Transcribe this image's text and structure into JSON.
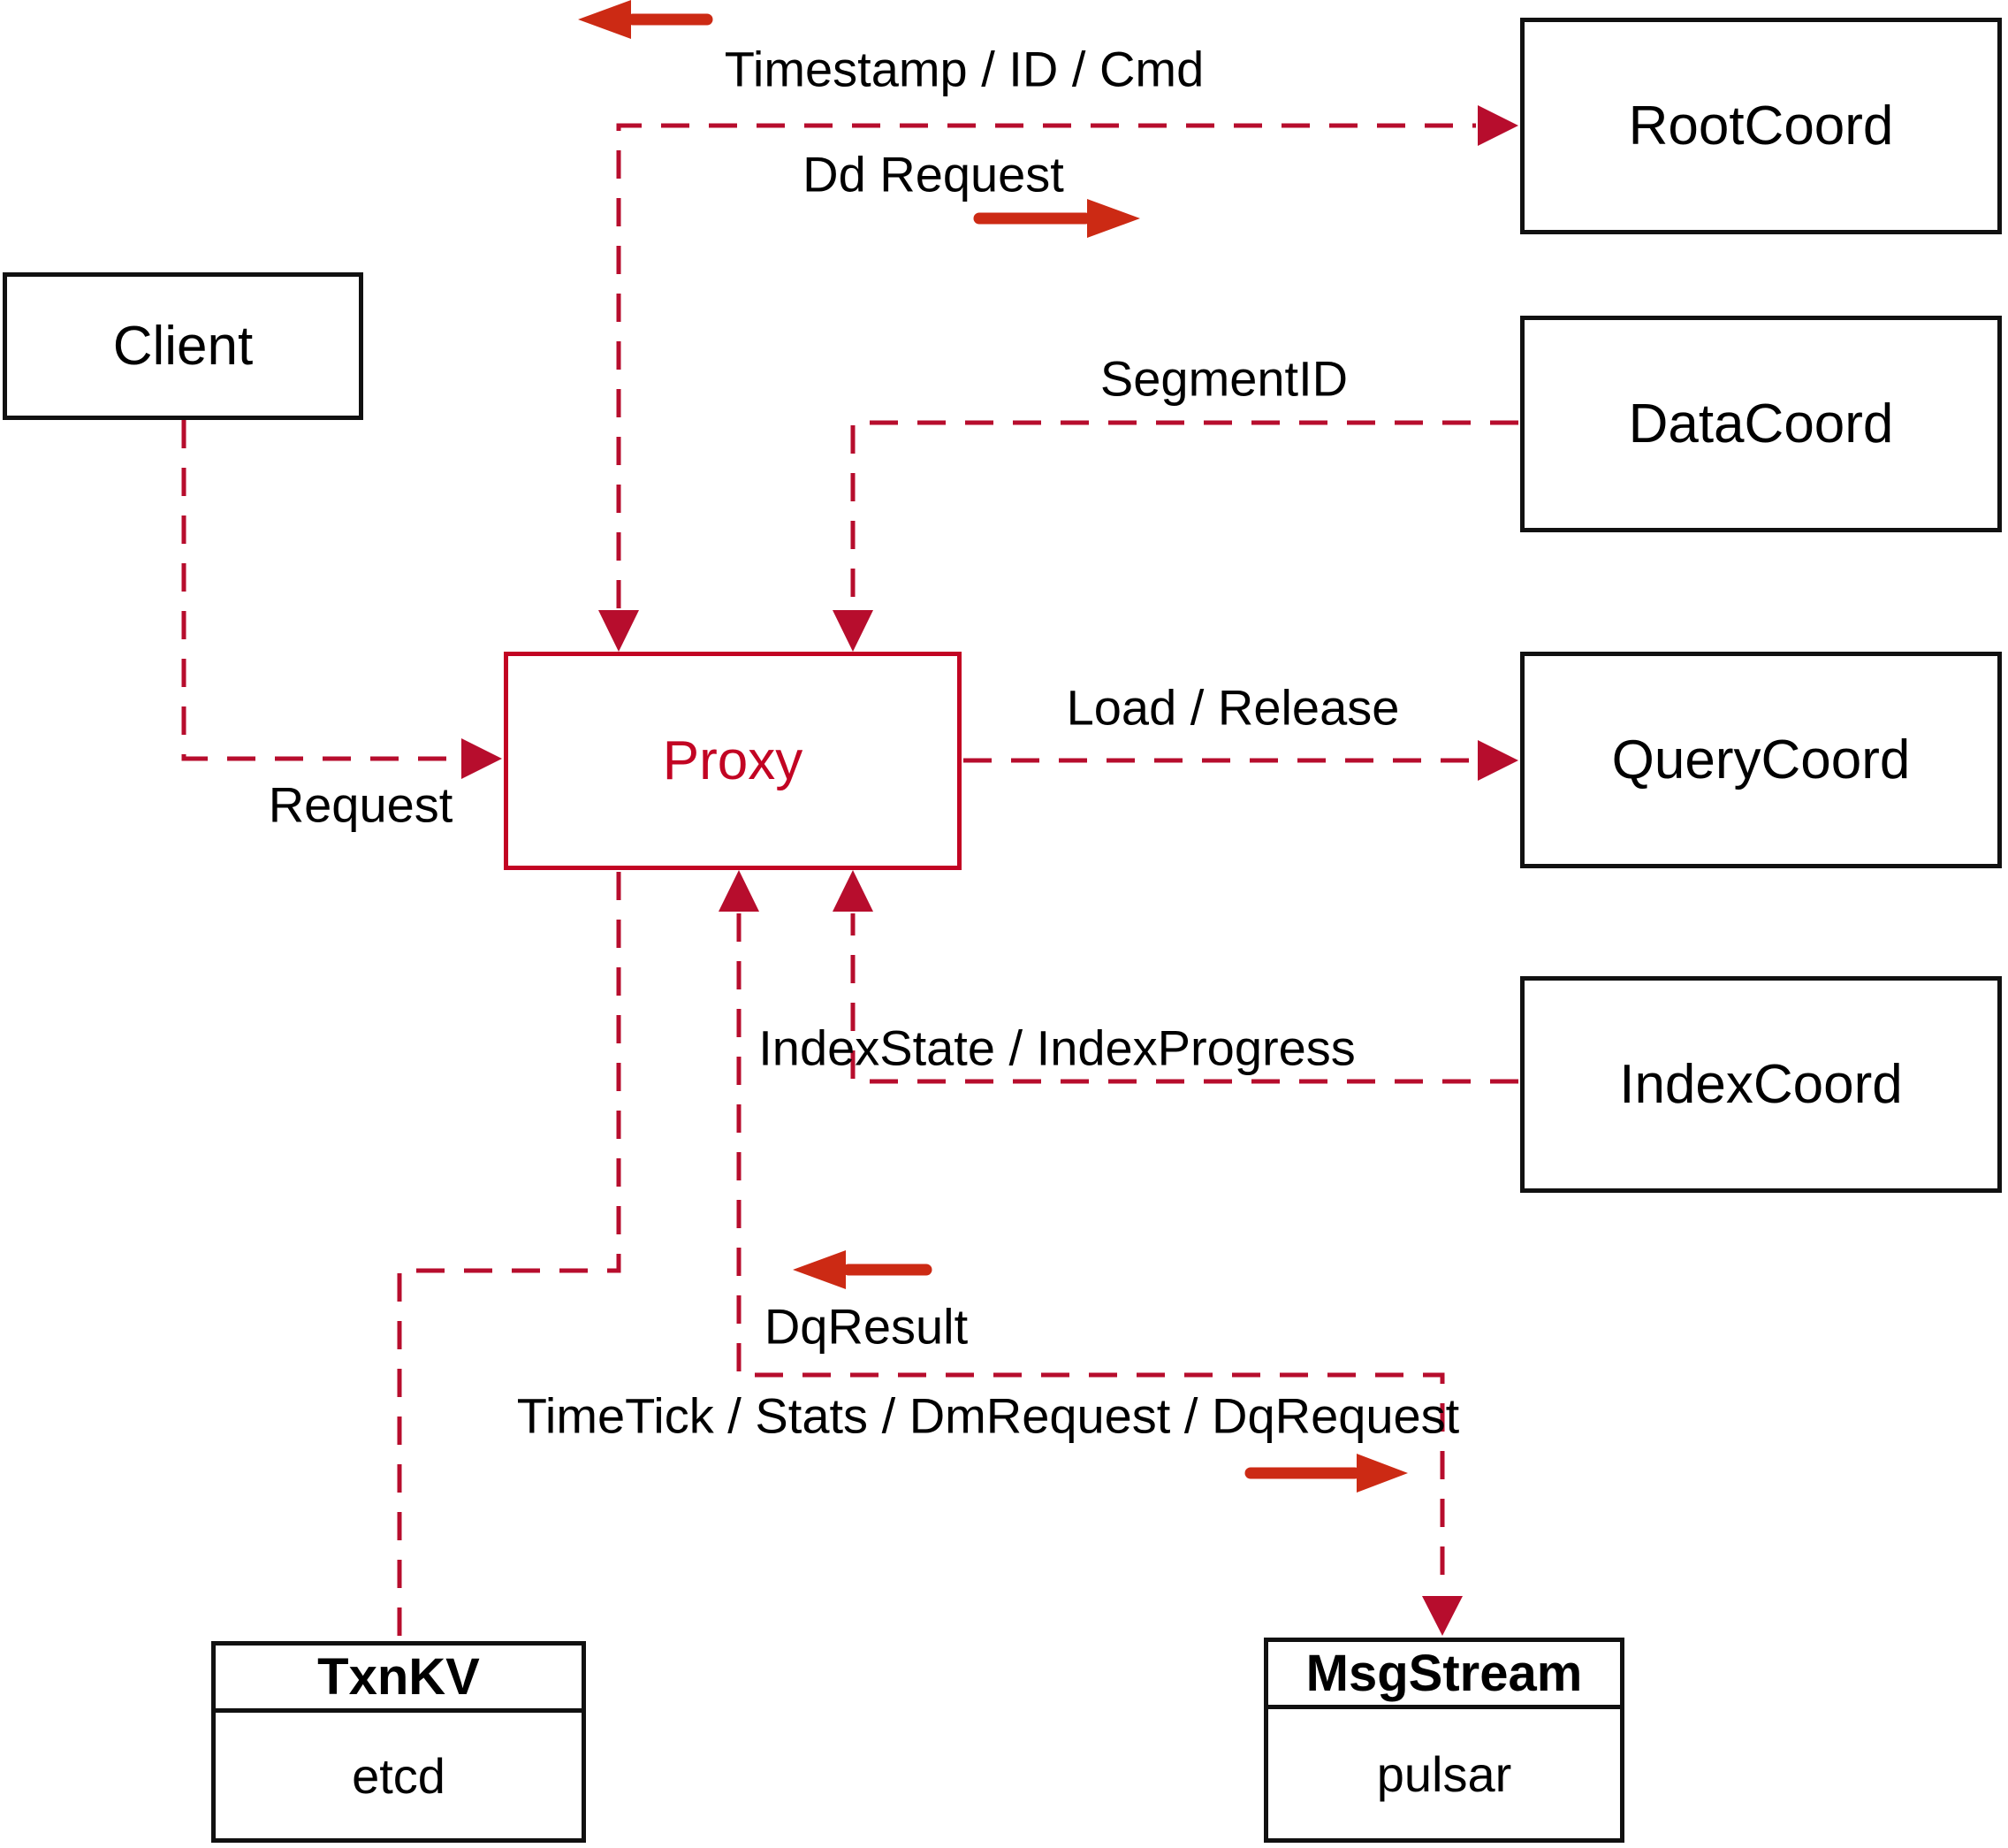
{
  "colors": {
    "dashed_line": "#b70d2d",
    "solid_arrow": "#cc2a14",
    "proxy_accent": "#c20423",
    "box_border": "#111111",
    "text": "#000000",
    "background": "#ffffff"
  },
  "nodes": {
    "client": {
      "label": "Client"
    },
    "proxy": {
      "label": "Proxy"
    },
    "root_coord": {
      "label": "RootCoord"
    },
    "data_coord": {
      "label": "DataCoord"
    },
    "query_coord": {
      "label": "QueryCoord"
    },
    "index_coord": {
      "label": "IndexCoord"
    },
    "txn_kv": {
      "title": "TxnKV",
      "subtitle": "etcd"
    },
    "msg_stream": {
      "title": "MsgStream",
      "subtitle": "pulsar"
    }
  },
  "edges": {
    "rootcoord_response_label": "Timestamp / ID / Cmd",
    "rootcoord_request_label": "Dd Request",
    "datacoord_label": "SegmentID",
    "querycoord_label": "Load / Release",
    "indexcoord_label": "IndexState / IndexProgress",
    "msgstream_response_label": "DqResult",
    "msgstream_request_label": "TimeTick / Stats / DmRequest / DqRequest",
    "client_request_label": "Request"
  }
}
